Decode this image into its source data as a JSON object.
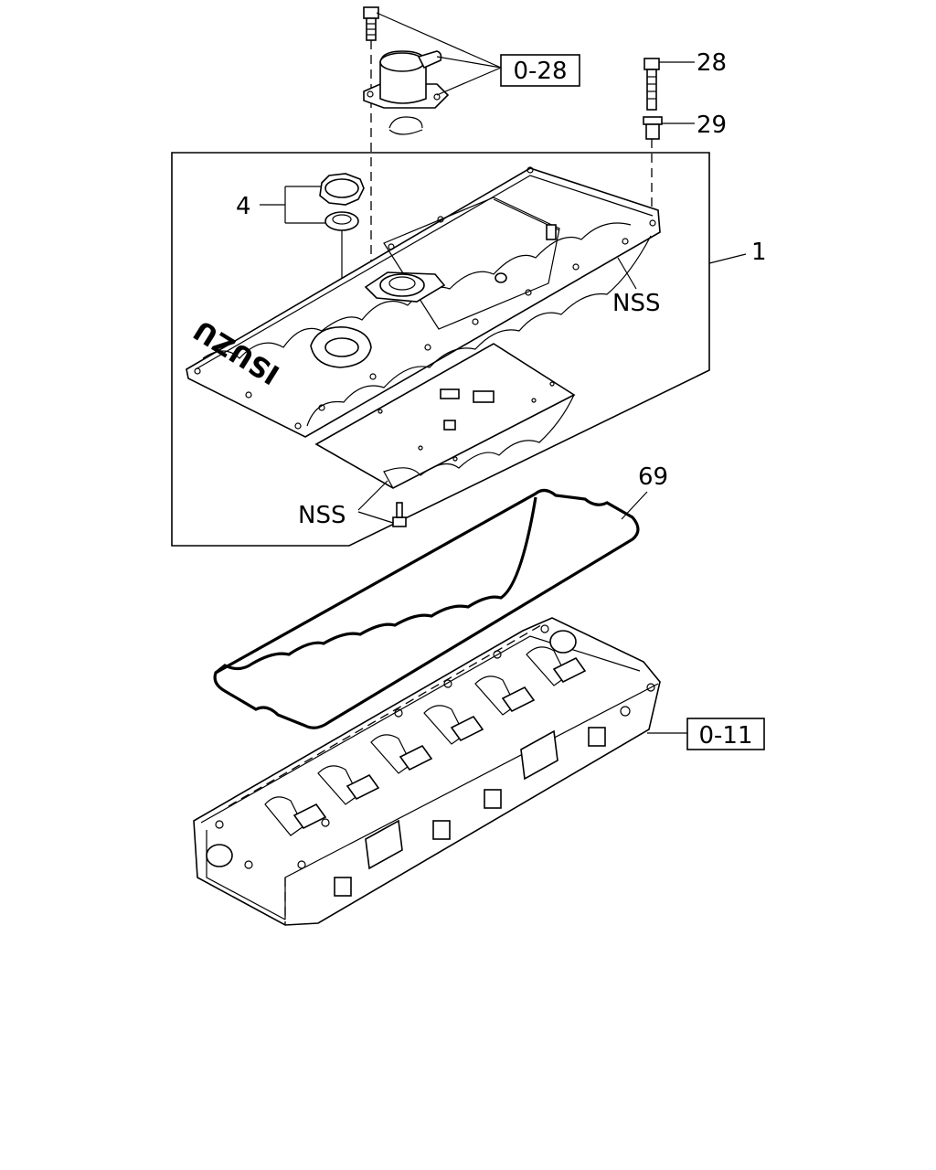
{
  "callouts": {
    "part_1": "1",
    "part_4": "4",
    "part_28": "28",
    "part_29": "29",
    "part_69": "69",
    "nss_upper": "NSS",
    "nss_lower": "NSS"
  },
  "references": {
    "ref_upper": "0-28",
    "ref_lower": "0-11"
  },
  "cover_logo": "ISUZU"
}
